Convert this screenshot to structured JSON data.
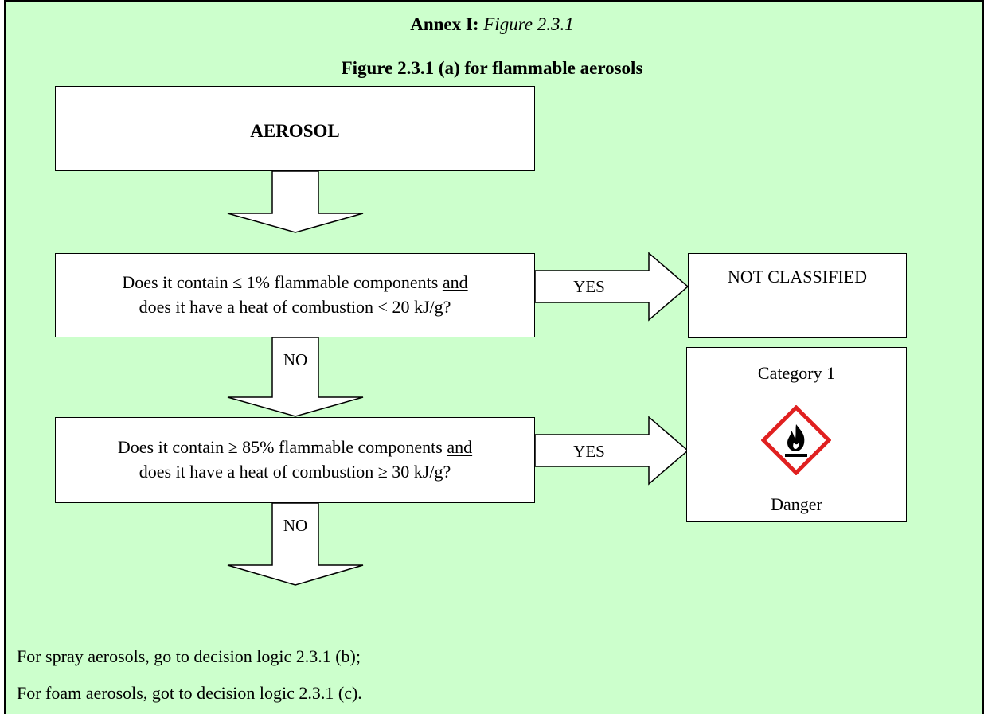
{
  "header": {
    "annex_prefix": "Annex I:",
    "annex_figure": "Figure 2.3.1",
    "subtitle": "Figure 2.3.1 (a) for flammable aerosols"
  },
  "nodes": {
    "start": "AEROSOL",
    "q1": {
      "line1_pre": "Does it contain ≤ 1% flammable components ",
      "line1_underlined": "and",
      "line2": "does it have a heat of combustion < 20 kJ/g?"
    },
    "q2": {
      "line1_pre": "Does it contain ≥ 85% flammable components ",
      "line1_underlined": "and",
      "line2": "does it have a heat of combustion ≥ 30 kJ/g?"
    },
    "not_classified": "NOT CLASSIFIED",
    "category1": {
      "title": "Category 1",
      "signal_word": "Danger",
      "pictogram": "flame-icon",
      "pictogram_color": "#e02020"
    }
  },
  "arrows": {
    "q1_yes": "YES",
    "q1_no": "NO",
    "q2_yes": "YES",
    "q2_no": "NO"
  },
  "footer": {
    "line1": "For spray aerosols, go to decision logic 2.3.1 (b);",
    "line2": "For foam aerosols, got to decision logic 2.3.1 (c)."
  },
  "colors": {
    "background": "#ccffcc",
    "box_fill": "#ffffff",
    "stroke": "#000000"
  }
}
